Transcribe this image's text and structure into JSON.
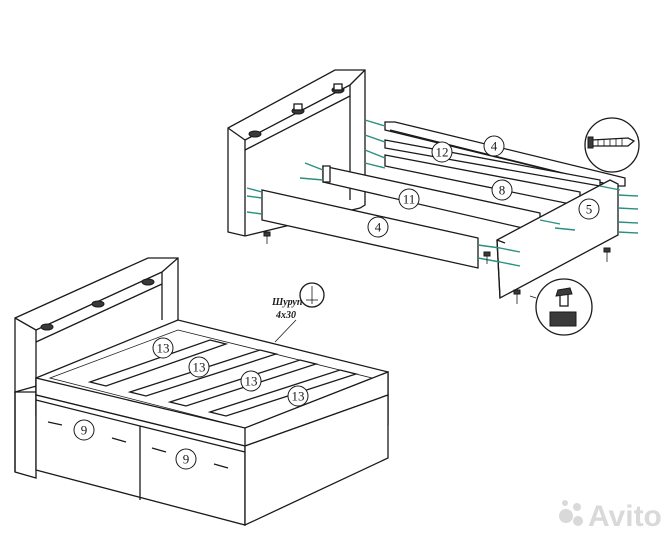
{
  "parts": [
    {
      "id": "p4a",
      "label": "4"
    },
    {
      "id": "p12",
      "label": "12"
    },
    {
      "id": "p8",
      "label": "8"
    },
    {
      "id": "p11",
      "label": "11"
    },
    {
      "id": "p5",
      "label": "5"
    },
    {
      "id": "p4b",
      "label": "4"
    },
    {
      "id": "p13a",
      "label": "13"
    },
    {
      "id": "p13b",
      "label": "13"
    },
    {
      "id": "p13c",
      "label": "13"
    },
    {
      "id": "p13d",
      "label": "13"
    },
    {
      "id": "p9a",
      "label": "9"
    },
    {
      "id": "p9b",
      "label": "9"
    }
  ],
  "screw": {
    "line1": "Шуруп",
    "line2": "4x30"
  },
  "watermark": {
    "text": "Avito"
  },
  "colors": {
    "line": "#1a1a1a",
    "dowel": "#2a8f80",
    "watermark": "#d9d9d9"
  }
}
